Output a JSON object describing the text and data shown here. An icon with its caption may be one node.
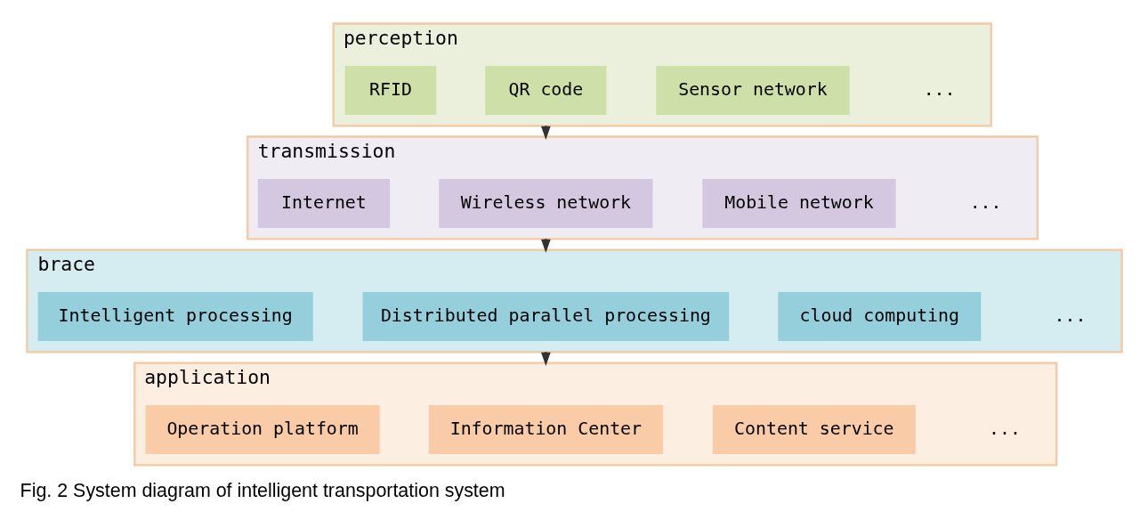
{
  "diagram": {
    "caption": "Fig. 2 System diagram of intelligent transportation system",
    "nodes": [
      {
        "text": [
          "application"
        ]
      },
      {
        "text": [
          "Operation platform"
        ],
        "in": 0
      },
      {
        "text": [
          "Information Center"
        ],
        "in": 0
      },
      {
        "text": [
          "Content service"
        ],
        "in": 0
      },
      {
        "text": [
          "brace"
        ]
      },
      {
        "text": [
          "Intelligent processing"
        ],
        "in": 4
      },
      {
        "text": [
          "Distributed parallel processing"
        ],
        "in": 4
      },
      {
        "text": [
          "cloud computing"
        ],
        "in": 4
      },
      {
        "text": [
          "transmission"
        ]
      },
      {
        "text": [
          "Internet"
        ],
        "in": 8
      },
      {
        "text": [
          "Wireless network"
        ],
        "in": 8
      },
      {
        "text": [
          "Mobile network"
        ],
        "in": 8
      },
      {
        "text": [
          "perception"
        ]
      },
      {
        "text": [
          "RFID"
        ],
        "in": 12
      },
      {
        "text": [
          "QR code"
        ],
        "in": 12
      },
      {
        "text": [
          "Sensor network"
        ],
        "in": 12
      }
    ],
    "edges": [
      {
        "from": 4,
        "to": 0,
        "arrow": "to"
      },
      {
        "from": 8,
        "to": 4,
        "arrow": "to"
      },
      {
        "from": 12,
        "to": 8,
        "arrow": "to"
      }
    ],
    "labels": [
      "...",
      "...",
      "...",
      "..."
    ]
  }
}
